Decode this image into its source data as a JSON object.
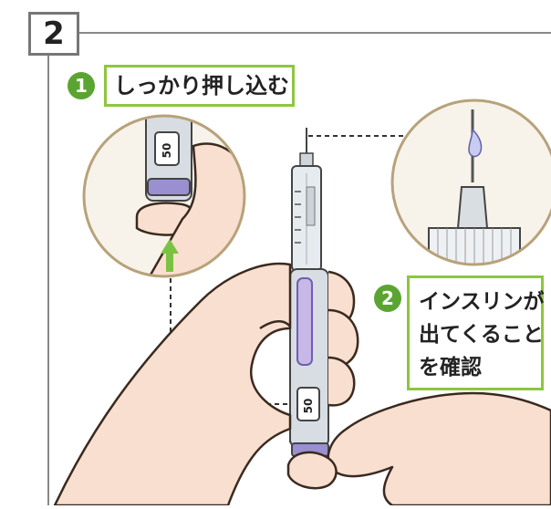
{
  "step": {
    "number": "2"
  },
  "callouts": [
    {
      "number": "1",
      "text": "しっかり押し込む"
    },
    {
      "number": "2",
      "lines": [
        "インスリンが",
        "出てくること",
        "を確認"
      ]
    }
  ],
  "pen": {
    "dose_label": "50"
  },
  "colors": {
    "frame": "#777777",
    "callout_border": "#8dc63f",
    "badge": "#5aa531",
    "arrow": "#7cc242",
    "skin": "#f9dfcf",
    "skin_outline": "#3a2a20",
    "pen_body": "#d7dde3",
    "pen_button": "#9a8fd1",
    "circle_border": "#b8a27a",
    "insulin_drop": "#c9ccf2"
  },
  "icons": {
    "check_arrow": "up-arrow-icon"
  }
}
